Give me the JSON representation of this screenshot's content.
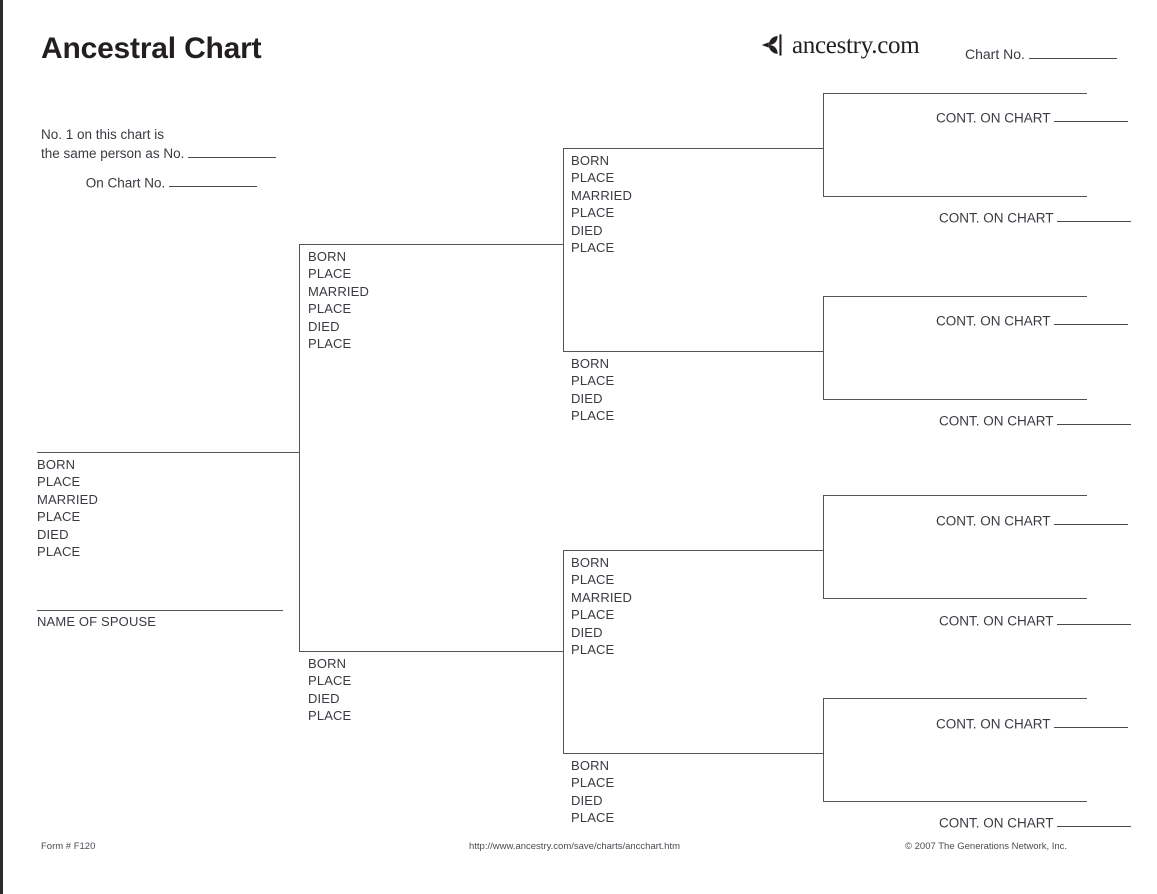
{
  "page": {
    "title": "Ancestral Chart",
    "chart_no_label": "Chart No.",
    "brand": {
      "name": "ancestry.com",
      "icon": "ancestry-leaf-logo"
    },
    "note": {
      "line1": "No. 1 on this chart is",
      "line2": "the same person as No.",
      "line3": "On Chart No."
    },
    "labels": {
      "born": "BORN",
      "place": "PLACE",
      "married": "MARRIED",
      "died": "DIED",
      "name_of_spouse": "NAME OF SPOUSE",
      "cont_on_chart": "CONT. ON CHART"
    },
    "footer": {
      "form": "Form # F120",
      "url": "http://www.ancestry.com/save/charts/ancchart.htm",
      "copyright": "© 2007 The Generations Network, Inc."
    },
    "colors": {
      "ink": "#231f20",
      "text": "#3a3a42",
      "rule": "#53535b",
      "page_edge": "#2b2b2b",
      "background": "#ffffff"
    }
  },
  "chart_data": {
    "type": "diagram",
    "title": "Ancestral Chart",
    "generations": 4,
    "person1": {
      "position": "generation-1",
      "name_line": "",
      "fields": [
        "BORN",
        "PLACE",
        "MARRIED",
        "PLACE",
        "DIED",
        "PLACE"
      ],
      "spouse_line_label": "NAME OF SPOUSE"
    },
    "generation2": [
      {
        "role": "father",
        "fields": [
          "BORN",
          "PLACE",
          "MARRIED",
          "PLACE",
          "DIED",
          "PLACE"
        ]
      },
      {
        "role": "mother",
        "fields": [
          "BORN",
          "PLACE",
          "DIED",
          "PLACE"
        ]
      }
    ],
    "generation3": [
      {
        "role": "paternal-grandfather",
        "fields": [
          "BORN",
          "PLACE",
          "MARRIED",
          "PLACE",
          "DIED",
          "PLACE"
        ]
      },
      {
        "role": "paternal-grandmother",
        "fields": [
          "BORN",
          "PLACE",
          "DIED",
          "PLACE"
        ]
      },
      {
        "role": "maternal-grandfather",
        "fields": [
          "BORN",
          "PLACE",
          "MARRIED",
          "PLACE",
          "DIED",
          "PLACE"
        ]
      },
      {
        "role": "maternal-grandmother",
        "fields": [
          "BORN",
          "PLACE",
          "DIED",
          "PLACE"
        ]
      }
    ],
    "generation4": [
      {
        "role": "great-grandparent-1",
        "cont_label": "CONT. ON CHART"
      },
      {
        "role": "great-grandparent-2",
        "cont_label": "CONT. ON CHART"
      },
      {
        "role": "great-grandparent-3",
        "cont_label": "CONT. ON CHART"
      },
      {
        "role": "great-grandparent-4",
        "cont_label": "CONT. ON CHART"
      },
      {
        "role": "great-grandparent-5",
        "cont_label": "CONT. ON CHART"
      },
      {
        "role": "great-grandparent-6",
        "cont_label": "CONT. ON CHART"
      },
      {
        "role": "great-grandparent-7",
        "cont_label": "CONT. ON CHART"
      },
      {
        "role": "great-grandparent-8",
        "cont_label": "CONT. ON CHART"
      }
    ]
  }
}
